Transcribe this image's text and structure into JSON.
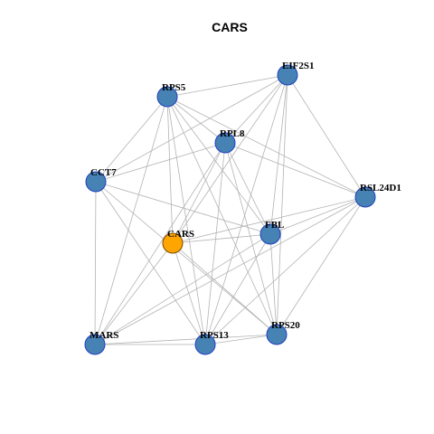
{
  "title": "CARS",
  "colors": {
    "node_fill": "#4682b4",
    "node_border": "#1f3fbf",
    "hub_fill": "#ffa500",
    "hub_border": "#7a4a00",
    "edge": "#b3b3b3",
    "background": "#ffffff"
  },
  "network": {
    "hub": "CARS",
    "nodes": [
      {
        "id": "EIF2S1",
        "label": "EIF2S1"
      },
      {
        "id": "RPS5",
        "label": "RPS5"
      },
      {
        "id": "RPL8",
        "label": "RPL8"
      },
      {
        "id": "CCT7",
        "label": "CCT7"
      },
      {
        "id": "RSL24D1",
        "label": "RSL24D1"
      },
      {
        "id": "CARS",
        "label": "CARS"
      },
      {
        "id": "FBL",
        "label": "FBL"
      },
      {
        "id": "RPS20",
        "label": "RPS20"
      },
      {
        "id": "MARS",
        "label": "MARS"
      },
      {
        "id": "RPS13",
        "label": "RPS13"
      }
    ],
    "edges": [
      [
        "RPS5",
        "EIF2S1"
      ],
      [
        "RPS5",
        "RPL8"
      ],
      [
        "RPS5",
        "CCT7"
      ],
      [
        "RPS5",
        "RSL24D1"
      ],
      [
        "RPS5",
        "CARS"
      ],
      [
        "RPS5",
        "FBL"
      ],
      [
        "RPS5",
        "RPS20"
      ],
      [
        "RPS5",
        "MARS"
      ],
      [
        "RPS5",
        "RPS13"
      ],
      [
        "EIF2S1",
        "RPL8"
      ],
      [
        "EIF2S1",
        "CCT7"
      ],
      [
        "EIF2S1",
        "RSL24D1"
      ],
      [
        "EIF2S1",
        "CARS"
      ],
      [
        "EIF2S1",
        "FBL"
      ],
      [
        "EIF2S1",
        "RPS20"
      ],
      [
        "EIF2S1",
        "RPS13"
      ],
      [
        "RPL8",
        "CCT7"
      ],
      [
        "RPL8",
        "RSL24D1"
      ],
      [
        "RPL8",
        "CARS"
      ],
      [
        "RPL8",
        "FBL"
      ],
      [
        "RPL8",
        "RPS20"
      ],
      [
        "RPL8",
        "MARS"
      ],
      [
        "RPL8",
        "RPS13"
      ],
      [
        "CCT7",
        "FBL"
      ],
      [
        "CCT7",
        "MARS"
      ],
      [
        "CCT7",
        "RPS13"
      ],
      [
        "CCT7",
        "RPS20"
      ],
      [
        "RSL24D1",
        "CARS"
      ],
      [
        "RSL24D1",
        "FBL"
      ],
      [
        "RSL24D1",
        "RPS20"
      ],
      [
        "RSL24D1",
        "RPS13"
      ],
      [
        "RSL24D1",
        "MARS"
      ],
      [
        "CARS",
        "FBL"
      ],
      [
        "CARS",
        "MARS"
      ],
      [
        "CARS",
        "RPS13"
      ],
      [
        "CARS",
        "RPS20"
      ],
      [
        "FBL",
        "RPS20"
      ],
      [
        "FBL",
        "MARS"
      ],
      [
        "FBL",
        "RPS13"
      ],
      [
        "MARS",
        "RPS13"
      ],
      [
        "MARS",
        "RPS20"
      ],
      [
        "RPS13",
        "RPS20"
      ]
    ]
  }
}
